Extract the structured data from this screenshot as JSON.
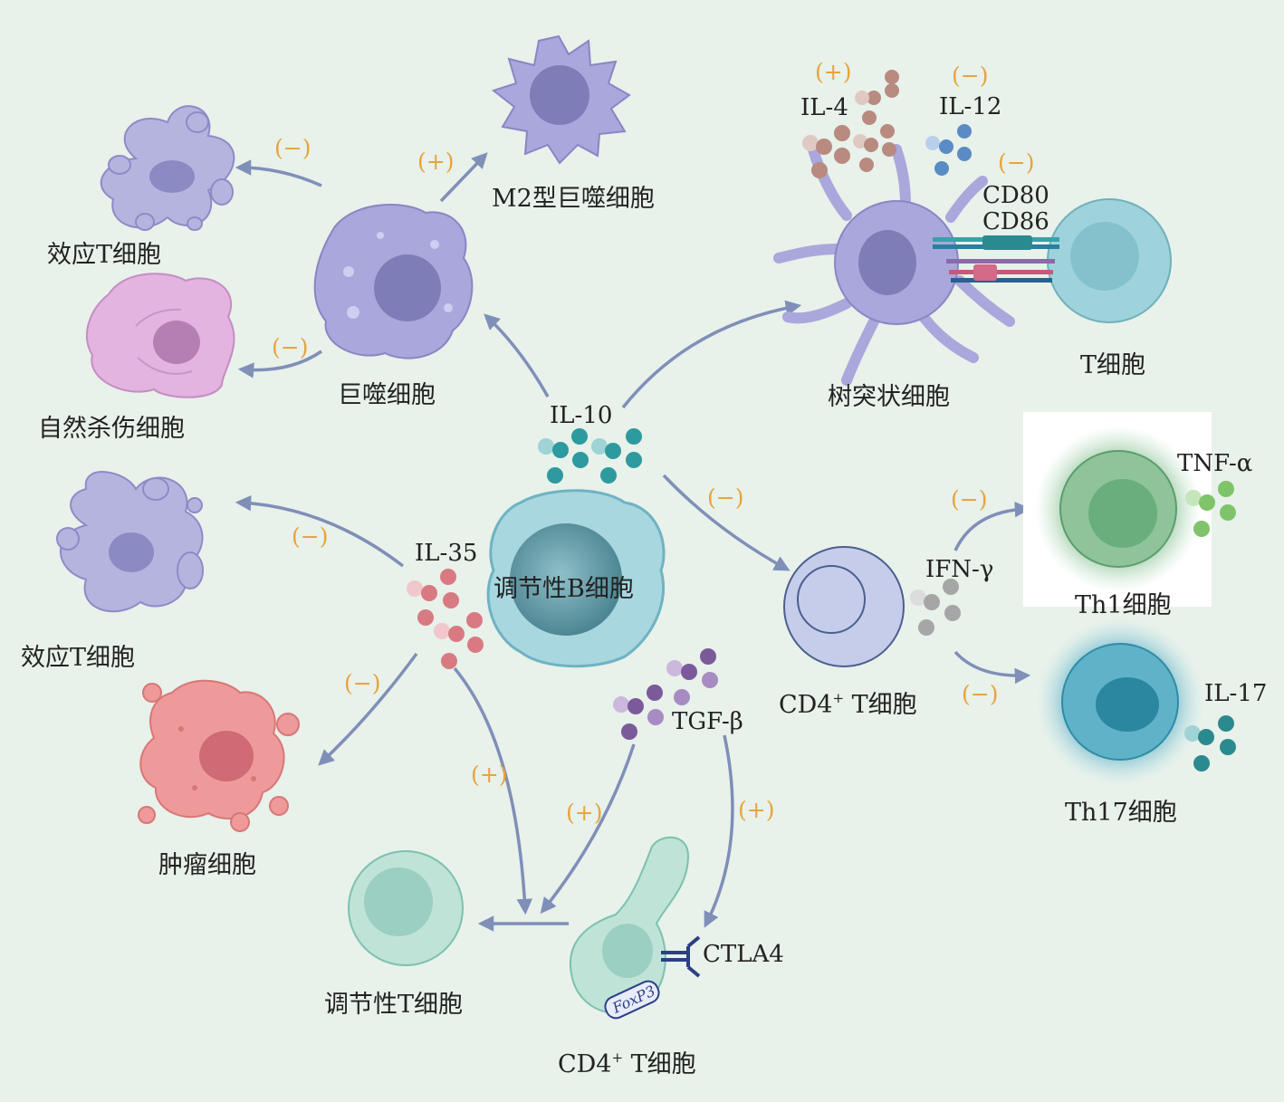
{
  "cells": {
    "effector_t_top": "效应T细胞",
    "nk_cell": "自然杀伤细胞",
    "macrophage": "巨噬细胞",
    "m2_macrophage": "M2型巨噬细胞",
    "dendritic_cell": "树突状细胞",
    "t_cell": "T细胞",
    "regulatory_b": "调节性B细胞",
    "effector_t_mid": "效应T细胞",
    "tumor_cell": "肿瘤细胞",
    "regulatory_t": "调节性T细胞",
    "cd4_bottom": "CD4",
    "cd4_bottom_suffix": " T细胞",
    "cd4_right": "CD4",
    "cd4_right_suffix": " T细胞",
    "th1": "Th1细胞",
    "th17": "Th17细胞"
  },
  "cytokines": {
    "il10": "IL-10",
    "il35": "IL-35",
    "tgfb": "TGF-β",
    "il4": "IL-4",
    "il12": "IL-12",
    "ifng": "IFN-γ",
    "tnfa": "TNF-α",
    "il17": "IL-17"
  },
  "molecules": {
    "cd80": "CD80",
    "cd86": "CD86",
    "ctla4": "CTLA4",
    "foxp3": "FoxP3",
    "plus_sup": "+"
  },
  "signs": {
    "effector_t_top": "(−)",
    "m2": "(+)",
    "nk": "(−)",
    "il4": "(+)",
    "il12": "(−)",
    "cd80": "(−)",
    "cd4_right": "(−)",
    "th1": "(−)",
    "th17": "(−)",
    "effector_t_mid": "(−)",
    "tumor": "(−)",
    "il35_treg": "(+)",
    "tgfb_treg": "(+)",
    "ctla4": "(+)"
  },
  "colors": {
    "background": "#e8f1ea",
    "arrow": "#7f8fb8",
    "sign": "#e7a43a",
    "il10_dots": "#2d9a9f",
    "il35_dots": "#d97a82",
    "tgfb_dots": "#7b5a9a",
    "il4_dots": "#b88a80",
    "il12_dots": "#5b8bc4",
    "ifng_dots": "#a6a6a6",
    "tnfa_dots": "#7fc46a",
    "il17_dots": "#2a8a8f"
  }
}
